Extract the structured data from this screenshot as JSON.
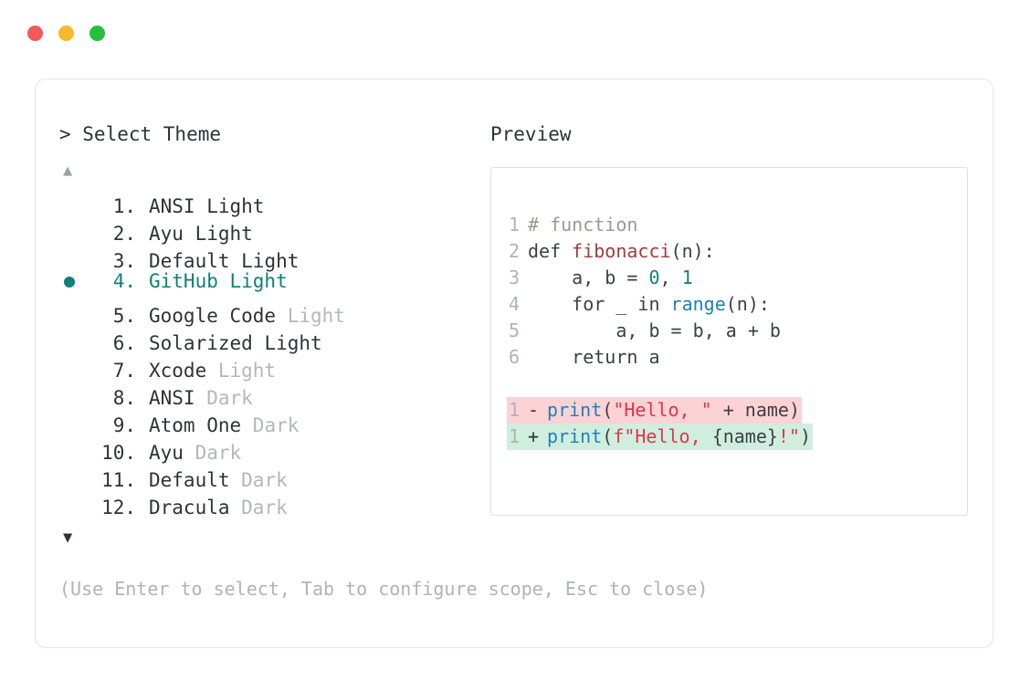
{
  "window": {
    "dots": [
      {
        "name": "close-dot",
        "color": "#f4585a"
      },
      {
        "name": "minimize-dot",
        "color": "#f7b92c"
      },
      {
        "name": "maximize-dot",
        "color": "#24bf3f"
      }
    ]
  },
  "left": {
    "heading": "> Select Theme",
    "scroll_up": "▲",
    "scroll_down": "▼",
    "selected_index": 4,
    "selected_color": "#0f8078",
    "items": [
      {
        "index": "1.",
        "name": "ANSI",
        "variant": " Light",
        "variant_dim": false,
        "selected": false
      },
      {
        "index": "2.",
        "name": "Ayu",
        "variant": " Light",
        "variant_dim": false,
        "selected": false
      },
      {
        "index": "3.",
        "name": "Default",
        "variant": " Light",
        "variant_dim": false,
        "selected": false
      },
      {
        "index": "4.",
        "name": "GitHub",
        "variant": " Light",
        "variant_dim": false,
        "selected": true
      },
      {
        "index": "5.",
        "name": "Google Code",
        "variant": " Light",
        "variant_dim": true,
        "selected": false
      },
      {
        "index": "6.",
        "name": "Solarized",
        "variant": " Light",
        "variant_dim": false,
        "selected": false
      },
      {
        "index": "7.",
        "name": "Xcode",
        "variant": " Light",
        "variant_dim": true,
        "selected": false
      },
      {
        "index": "8.",
        "name": "ANSI",
        "variant": " Dark",
        "variant_dim": true,
        "selected": false
      },
      {
        "index": "9.",
        "name": "Atom One",
        "variant": " Dark",
        "variant_dim": true,
        "selected": false
      },
      {
        "index": "10.",
        "name": "Ayu",
        "variant": " Dark",
        "variant_dim": true,
        "selected": false
      },
      {
        "index": "11.",
        "name": "Default",
        "variant": " Dark",
        "variant_dim": true,
        "selected": false
      },
      {
        "index": "12.",
        "name": "Dracula",
        "variant": " Dark",
        "variant_dim": true,
        "selected": false
      }
    ],
    "hint": "(Use Enter to select, Tab to configure scope, Esc to close)"
  },
  "preview": {
    "label": "Preview",
    "code_lines": [
      {
        "num": "1",
        "tokens": [
          {
            "t": "# function",
            "c": "tok-comment"
          }
        ]
      },
      {
        "num": "2",
        "tokens": [
          {
            "t": "def ",
            "c": "tok-keyword"
          },
          {
            "t": "fibonacci",
            "c": "tok-fn"
          },
          {
            "t": "(n):",
            "c": "tok-plain"
          }
        ]
      },
      {
        "num": "3",
        "tokens": [
          {
            "t": "    a, b = ",
            "c": "tok-plain"
          },
          {
            "t": "0",
            "c": "tok-num"
          },
          {
            "t": ", ",
            "c": "tok-plain"
          },
          {
            "t": "1",
            "c": "tok-num"
          }
        ]
      },
      {
        "num": "4",
        "tokens": [
          {
            "t": "    for _ in ",
            "c": "tok-plain"
          },
          {
            "t": "range",
            "c": "tok-builtin"
          },
          {
            "t": "(n):",
            "c": "tok-plain"
          }
        ]
      },
      {
        "num": "5",
        "tokens": [
          {
            "t": "        a, b = b, a + b",
            "c": "tok-plain"
          }
        ]
      },
      {
        "num": "6",
        "tokens": [
          {
            "t": "    return a",
            "c": "tok-plain"
          }
        ]
      }
    ],
    "diff_lines": [
      {
        "num": "1",
        "sign": "-",
        "kind": "del",
        "background": "#fcd2d5",
        "tokens": [
          {
            "t": "print",
            "c": "tok-builtin"
          },
          {
            "t": "(",
            "c": "tok-plain"
          },
          {
            "t": "\"Hello, \"",
            "c": "tok-str"
          },
          {
            "t": " + name)",
            "c": "tok-plain"
          }
        ]
      },
      {
        "num": "1",
        "sign": "+",
        "kind": "add",
        "background": "#cfeede",
        "tokens": [
          {
            "t": "print",
            "c": "tok-builtin"
          },
          {
            "t": "(",
            "c": "tok-plain"
          },
          {
            "t": "f\"Hello, ",
            "c": "tok-str"
          },
          {
            "t": "{name}",
            "c": "tok-plain"
          },
          {
            "t": "!\"",
            "c": "tok-str"
          },
          {
            "t": ")",
            "c": "tok-plain"
          }
        ]
      }
    ]
  }
}
